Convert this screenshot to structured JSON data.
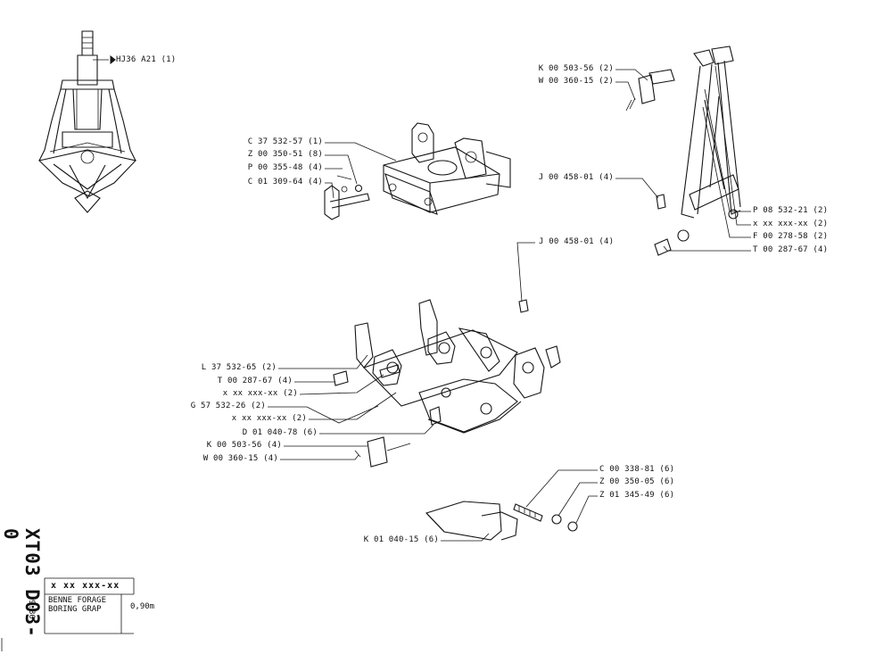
{
  "sheet": {
    "code": "XT03 D03-0",
    "date": "9.80",
    "number": "x xx xxx-xx",
    "title_fr": "BENNE FORAGE",
    "title_en": "BORING GRAP",
    "size": "0,90m"
  },
  "overview": {
    "label": "HJ36 A21 (1)"
  },
  "frame_parts": [
    {
      "ref": "C 37 532-57 (1)"
    },
    {
      "ref": "Z 00 350-51 (8)"
    },
    {
      "ref": "P 00 355-48 (4)"
    },
    {
      "ref": "C 01 309-64 (4)"
    }
  ],
  "arm_parts": [
    {
      "ref": "K 00 503-56 (2)"
    },
    {
      "ref": "W 00 360-15 (2)"
    },
    {
      "ref": "J 00 458-01 (4)"
    },
    {
      "ref": "P 08 532-21 (2)"
    },
    {
      "ref": "x xx xxx-xx (2)"
    },
    {
      "ref": "F 00 278-58 (2)"
    },
    {
      "ref": "T 00 287-67 (4)"
    }
  ],
  "bucket_top": {
    "ref": "J 00 458-01 (4)"
  },
  "bucket_parts": [
    {
      "ref": "L 37 532-65 (2)"
    },
    {
      "ref": "T 00 287-67 (4)"
    },
    {
      "ref": "x xx xxx-xx (2)"
    },
    {
      "ref": "G 57 532-26 (2)"
    },
    {
      "ref": "x xx xxx-xx (2)"
    },
    {
      "ref": "D 01 040-78 (6)"
    },
    {
      "ref": "K 00 503-56 (4)"
    },
    {
      "ref": "W 00 360-15 (4)"
    }
  ],
  "tooth_parts": [
    {
      "ref": "C 00 338-81 (6)"
    },
    {
      "ref": "Z 00 350-05 (6)"
    },
    {
      "ref": "Z 01 345-49 (6)"
    },
    {
      "ref": "K 01 040-15 (6)"
    }
  ]
}
